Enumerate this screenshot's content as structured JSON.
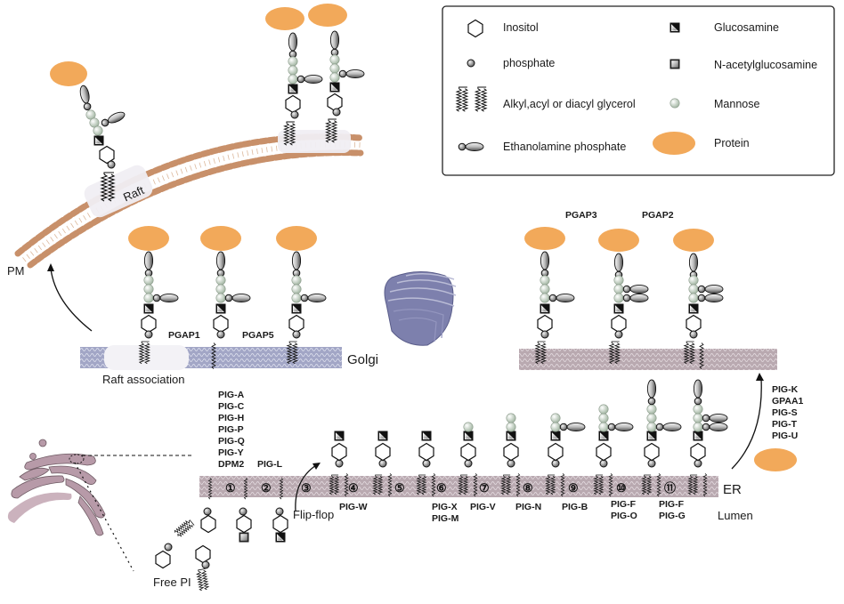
{
  "legend": {
    "items": [
      {
        "icon": "inositol-icon",
        "label": "Inositol"
      },
      {
        "icon": "phosphate-icon",
        "label": "phosphate"
      },
      {
        "icon": "lipid-tail-icon",
        "label": "Alkyl,acyl or diacyl glycerol"
      },
      {
        "icon": "ethanolamine-phosphate-icon",
        "label": "Ethanolamine phosphate"
      },
      {
        "icon": "glucosamine-icon",
        "label": "Glucosamine"
      },
      {
        "icon": "n-acetylglucosamine-icon",
        "label": "N-acetylglucosamine"
      },
      {
        "icon": "mannose-icon",
        "label": "Mannose"
      },
      {
        "icon": "protein-icon",
        "label": "Protein"
      }
    ]
  },
  "plasma_membrane": {
    "label": "PM",
    "raft_label": "Raft"
  },
  "golgi": {
    "label": "Golgi",
    "raft_label": "Raft association",
    "enzymes": [
      "PGAP1",
      "PGAP5"
    ]
  },
  "er_remodel": {
    "enzymes": [
      "PGAP3",
      "PGAP2"
    ]
  },
  "er": {
    "label": "ER",
    "lumen_label": "Lumen",
    "flip_flop_label": "Flip-flop",
    "free_pi_label": "Free PI",
    "step1_enzymes": [
      "PIG-A",
      "PIG-C",
      "PIG-H",
      "PIG-P",
      "PIG-Q",
      "PIG-Y",
      "DPM2"
    ],
    "step2_enzymes": [
      "PIG-L"
    ],
    "transamidase_enzymes": [
      "PIG-K",
      "GPAA1",
      "PIG-S",
      "PIG-T",
      "PIG-U"
    ],
    "steps": [
      {
        "num": "①"
      },
      {
        "num": "②"
      },
      {
        "num": "③"
      },
      {
        "num": "④"
      },
      {
        "num": "⑤"
      },
      {
        "num": "⑥"
      },
      {
        "num": "⑦"
      },
      {
        "num": "⑧"
      },
      {
        "num": "⑨"
      },
      {
        "num": "⑩"
      },
      {
        "num": "⑪"
      }
    ],
    "step_enzymes": [
      {
        "step": "4",
        "lines": [
          "PIG-W"
        ]
      },
      {
        "step": "6",
        "lines": [
          "PIG-X",
          "PIG-M"
        ]
      },
      {
        "step": "7",
        "lines": [
          "PIG-V"
        ]
      },
      {
        "step": "8",
        "lines": [
          "PIG-N"
        ]
      },
      {
        "step": "9",
        "lines": [
          "PIG-B"
        ]
      },
      {
        "step": "10",
        "lines": [
          "PIG-F",
          "PIG-O"
        ]
      },
      {
        "step": "11",
        "lines": [
          "PIG-F",
          "PIG-G"
        ]
      }
    ]
  },
  "colors": {
    "protein": "#f2a95a",
    "pm_lipid": "#c8906a",
    "er_membrane": "#b7a6ad",
    "golgi_membrane": "#9ea2c2",
    "golgi_organelle": "#7d80ad",
    "er_organelle": "#b79aa8",
    "raft": "#efedf2"
  }
}
